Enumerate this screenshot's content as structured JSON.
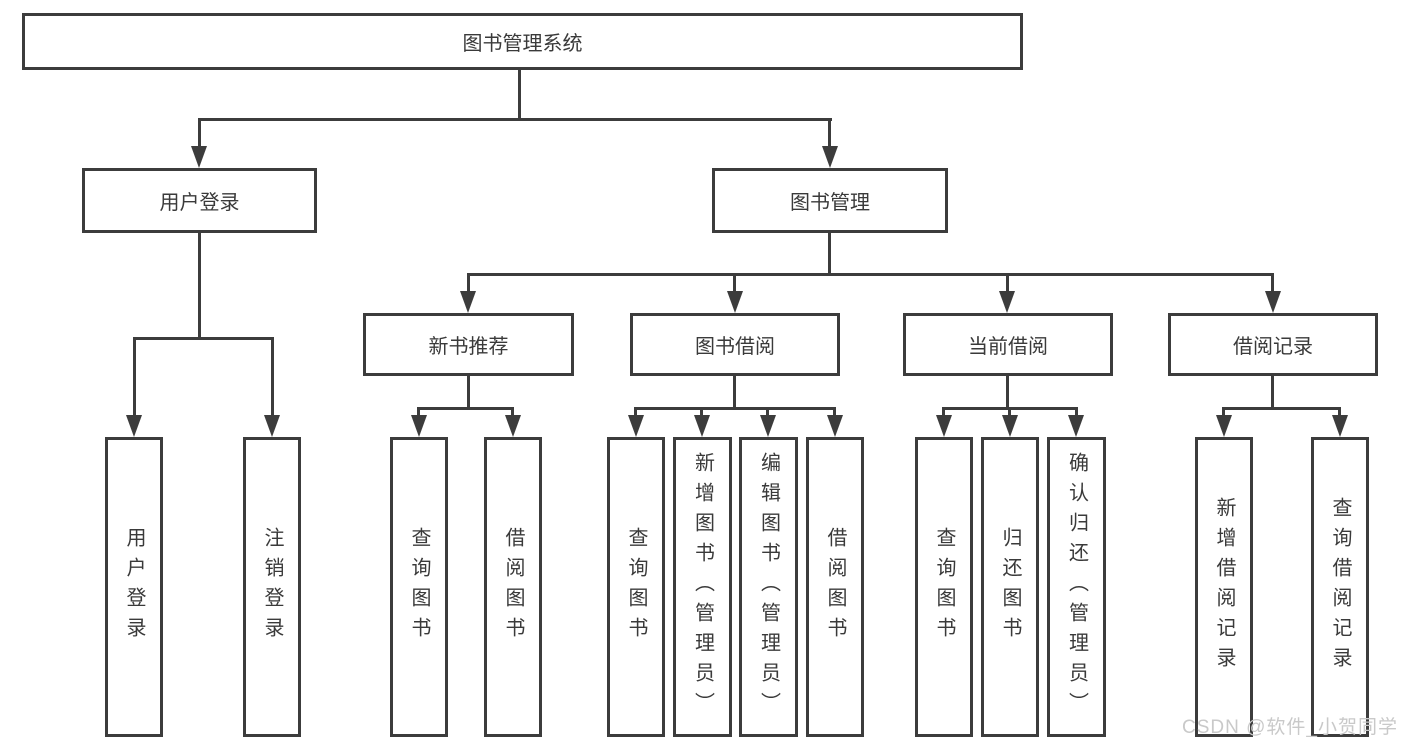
{
  "diagram": {
    "root": {
      "label": "图书管理系统"
    },
    "branches": [
      {
        "label": "用户登录",
        "children": [
          {
            "label": "用户登录"
          },
          {
            "label": "注销登录"
          }
        ]
      },
      {
        "label": "图书管理",
        "children": [
          {
            "label": "新书推荐",
            "children": [
              {
                "label": "查询图书"
              },
              {
                "label": "借阅图书"
              }
            ]
          },
          {
            "label": "图书借阅",
            "children": [
              {
                "label": "查询图书"
              },
              {
                "label": "新增图书（管理员）"
              },
              {
                "label": "编辑图书（管理员）"
              },
              {
                "label": "借阅图书"
              }
            ]
          },
          {
            "label": "当前借阅",
            "children": [
              {
                "label": "查询图书"
              },
              {
                "label": "归还图书"
              },
              {
                "label": "确认归还（管理员）"
              }
            ]
          },
          {
            "label": "借阅记录",
            "children": [
              {
                "label": "新增借阅记录"
              },
              {
                "label": "查询借阅记录"
              }
            ]
          }
        ]
      }
    ]
  },
  "watermark": {
    "text": "CSDN @软件_小贺同学"
  },
  "colors": {
    "line": "#3c3c3c",
    "text": "#3a3a3a",
    "background": "#ffffff",
    "watermark": "#c9c9c9"
  }
}
